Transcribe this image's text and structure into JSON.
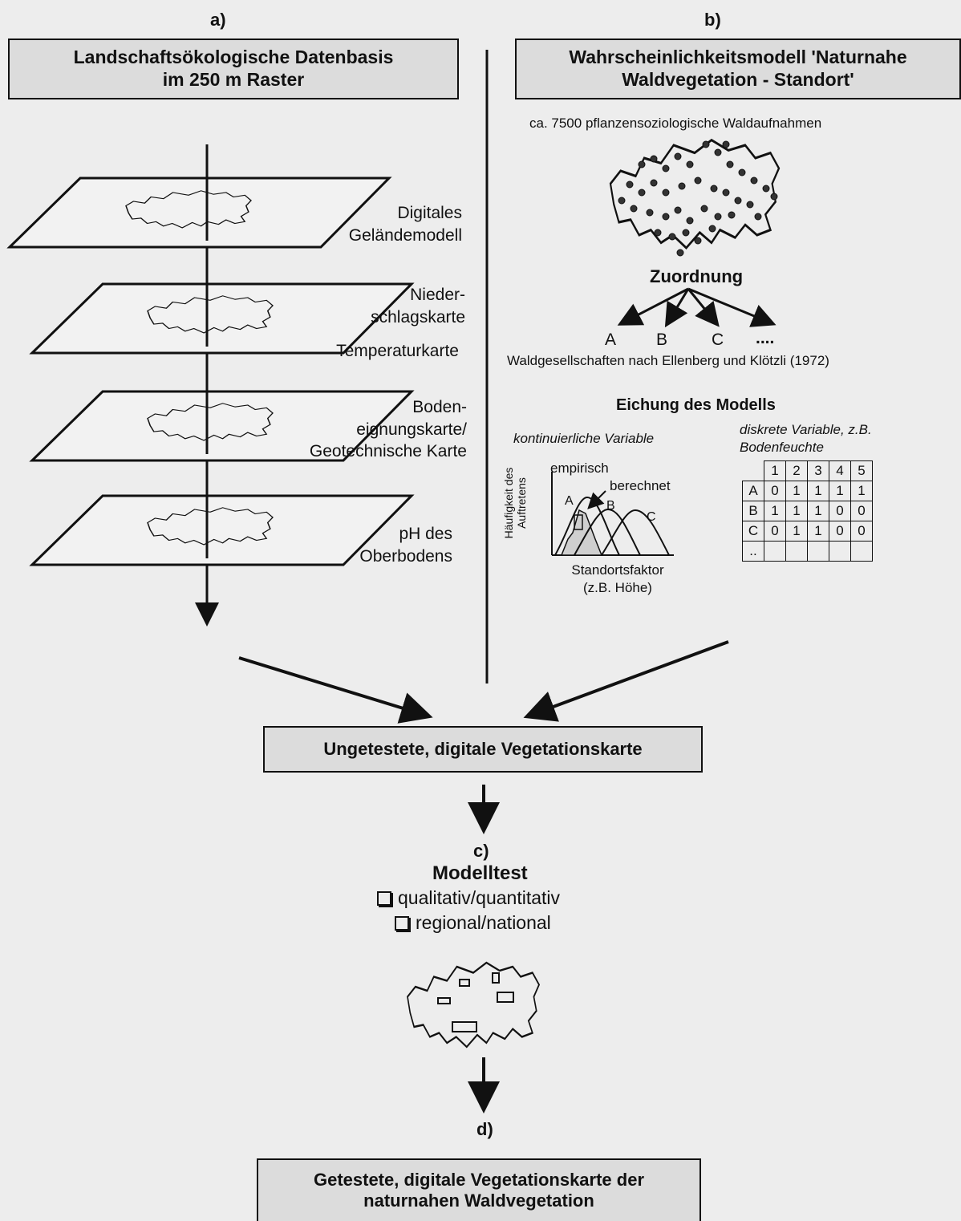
{
  "labels": {
    "a": "a)",
    "b": "b)",
    "c": "c)",
    "d": "d)"
  },
  "box_a": {
    "line1": "Landschaftsökologische Datenbasis",
    "line2": "im 250 m Raster"
  },
  "box_b": {
    "line1": "Wahrscheinlichkeitsmodell 'Naturnahe",
    "line2": "Waldvegetation - Standort'"
  },
  "layers": [
    {
      "line1": "Digitales",
      "line2": "Geländemodell"
    },
    {
      "line1": "Nieder-",
      "line2": "schlagskarte"
    },
    {
      "line1": "Temperaturkarte"
    },
    {
      "line1": "Boden-",
      "line2": "eignungskarte/",
      "line3": "Geotechnische Karte"
    },
    {
      "line1": "pH des",
      "line2": "Oberbodens"
    }
  ],
  "model": {
    "survey": "ca. 7500 pflanzensoziologische Waldaufnahmen",
    "assignment": "Zuordnung",
    "classes": [
      "A",
      "B",
      "C",
      "...."
    ],
    "communities": "Waldgesellschaften nach Ellenberg und Klötzli (1972)",
    "calibration": "Eichung des Modells",
    "continuous": "kontinuierliche Variable",
    "discrete_line1": "diskrete Variable, z.B.",
    "discrete_line2": "Bodenfeuchte",
    "curve_empirical": "empirisch",
    "curve_computed": "berechnet",
    "curve_labels": [
      "A",
      "B",
      "C"
    ],
    "y_axis_line1": "Häufigkeit des",
    "y_axis_line2": "Auftretens",
    "x_axis_line1": "Standortsfaktor",
    "x_axis_line2": "(z.B. Höhe)",
    "table_header": [
      "1",
      "2",
      "3",
      "4",
      "5"
    ],
    "table_rows": [
      {
        "label": "A",
        "values": [
          "0",
          "1",
          "1",
          "1",
          "1"
        ]
      },
      {
        "label": "B",
        "values": [
          "1",
          "1",
          "1",
          "0",
          "0"
        ]
      },
      {
        "label": "C",
        "values": [
          "0",
          "1",
          "1",
          "0",
          "0"
        ]
      },
      {
        "label": "..",
        "values": [
          "",
          "",
          "",
          "",
          ""
        ]
      }
    ]
  },
  "box_untested": "Ungetestete, digitale Vegetationskarte",
  "test": {
    "title": "Modelltest",
    "item1": "qualitativ/quantitativ",
    "item2": "regional/national"
  },
  "box_tested": {
    "line1": "Getestete, digitale Vegetationskarte der",
    "line2": "naturnahen Waldvegetation"
  }
}
